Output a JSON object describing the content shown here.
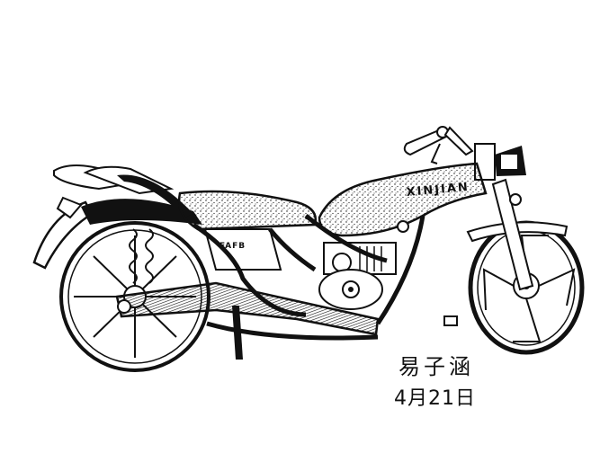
{
  "drawing": {
    "subject": "motorcycle ink sketch",
    "tank_label": "XINJIAN",
    "engine_label": "FAFB",
    "signature": {
      "name": "易子涵",
      "date": "4月21日"
    },
    "colors": {
      "ink": "#111111",
      "paper": "#ffffff"
    }
  }
}
